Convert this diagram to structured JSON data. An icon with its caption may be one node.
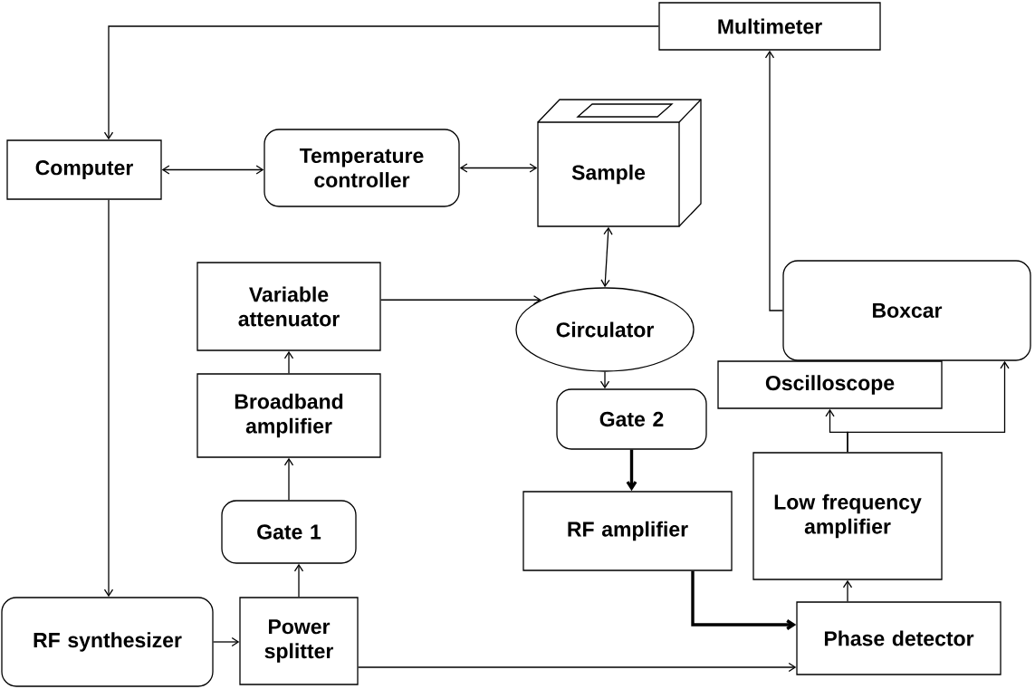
{
  "diagram": {
    "nodes": [
      {
        "text": [
          "Multimeter"
        ]
      },
      {
        "text": [
          "Computer"
        ]
      },
      {
        "text": [
          "Temperature controller"
        ]
      },
      {
        "text": [
          "Sample"
        ]
      },
      {
        "text": [
          "Variable attenuator"
        ]
      },
      {
        "text": [
          "Circulator"
        ]
      },
      {
        "text": [
          "Boxcar"
        ]
      },
      {
        "text": [
          "Oscilloscope"
        ]
      },
      {
        "text": [
          "Broadband amplifier"
        ]
      },
      {
        "text": [
          "Gate 2"
        ]
      },
      {
        "text": [
          "Low frequency amplifier"
        ]
      },
      {
        "text": [
          "Gate 1"
        ]
      },
      {
        "text": [
          "RF amplifier"
        ]
      },
      {
        "text": [
          "RF synthesizer"
        ]
      },
      {
        "text": [
          "Power splitter"
        ]
      },
      {
        "text": [
          "Phase detector"
        ]
      }
    ],
    "edges": [
      {
        "from": 0,
        "to": 1,
        "arrow": "to"
      },
      {
        "from": 1,
        "to": 2,
        "arrow": "both"
      },
      {
        "from": 2,
        "to": 3,
        "arrow": "both"
      },
      {
        "from": 3,
        "to": 5,
        "arrow": "both"
      },
      {
        "from": 1,
        "to": 13,
        "arrow": "to"
      },
      {
        "from": 13,
        "to": 14,
        "arrow": "to"
      },
      {
        "from": 14,
        "to": 11,
        "arrow": "to"
      },
      {
        "from": 11,
        "to": 8,
        "arrow": "to"
      },
      {
        "from": 8,
        "to": 4,
        "arrow": "to"
      },
      {
        "from": 4,
        "to": 5,
        "arrow": "to"
      },
      {
        "from": 5,
        "to": 9,
        "arrow": "to"
      },
      {
        "from": 9,
        "to": 12,
        "arrow": "to",
        "style": "thick"
      },
      {
        "from": 12,
        "to": 15,
        "arrow": "to",
        "style": "thick"
      },
      {
        "from": 14,
        "to": 15,
        "arrow": "to"
      },
      {
        "from": 15,
        "to": 10,
        "arrow": "to"
      },
      {
        "from": 10,
        "to": 7,
        "arrow": "to"
      },
      {
        "from": 10,
        "to": 6,
        "arrow": "to"
      },
      {
        "from": 6,
        "to": 0,
        "arrow": "to"
      }
    ]
  }
}
